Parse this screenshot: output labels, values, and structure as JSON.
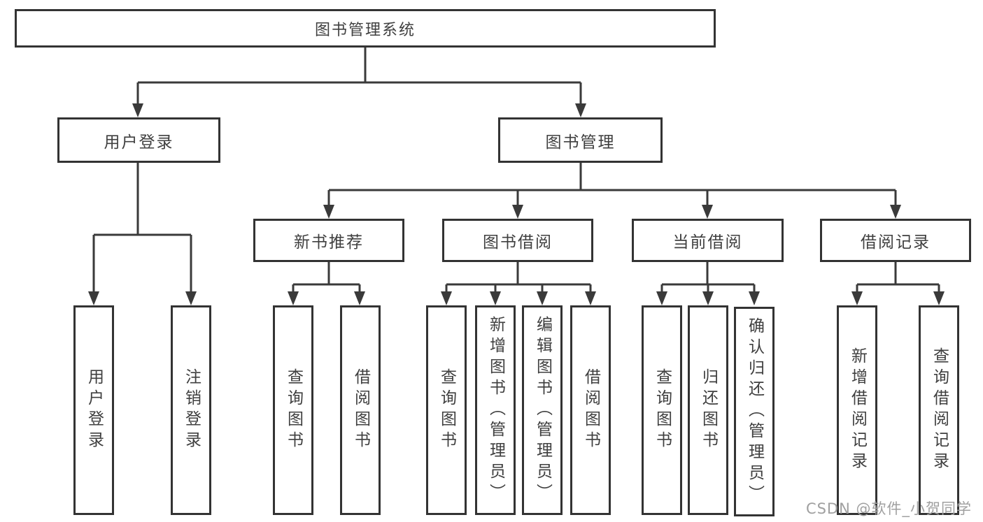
{
  "diagram": {
    "root_label": "图书管理系统",
    "level2": [
      {
        "label": "用户登录",
        "children": [
          {
            "label": "用户登录"
          },
          {
            "label": "注销登录"
          }
        ]
      },
      {
        "label": "图书管理",
        "children": [
          {
            "label": "新书推荐",
            "children": [
              {
                "label": "查询图书"
              },
              {
                "label": "借阅图书"
              }
            ]
          },
          {
            "label": "图书借阅",
            "children": [
              {
                "label": "查询图书"
              },
              {
                "label": "新增图书（管理员）"
              },
              {
                "label": "编辑图书（管理员）"
              },
              {
                "label": "借阅图书"
              }
            ]
          },
          {
            "label": "当前借阅",
            "children": [
              {
                "label": "查询图书"
              },
              {
                "label": "归还图书"
              },
              {
                "label": "确认归还（管理员）"
              }
            ]
          },
          {
            "label": "借阅记录",
            "children": [
              {
                "label": "新增借阅记录"
              },
              {
                "label": "查询借阅记录"
              }
            ]
          }
        ]
      }
    ]
  },
  "watermark": "CSDN @软件_小贺同学",
  "colors": {
    "line": "#3a3a3a",
    "box_border": "#333333",
    "text": "#3f3f3f",
    "watermark": "#a0a0a0",
    "background": "#ffffff"
  }
}
